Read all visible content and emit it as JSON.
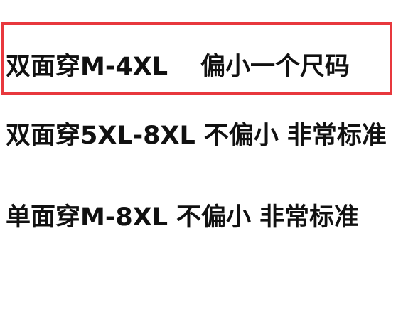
{
  "lines": [
    {
      "part1": "双面穿M-4XL",
      "part2": "偏小一个尺码"
    },
    {
      "part1": "双面穿5XL-8XL",
      "part2": "不偏小",
      "part3": "非常标准"
    },
    {
      "part1": "单面穿M-8XL",
      "part2": "不偏小",
      "part3": "非常标准"
    }
  ],
  "colors": {
    "highlight_border": "#e8383d",
    "text": "#111111",
    "background": "#ffffff"
  }
}
